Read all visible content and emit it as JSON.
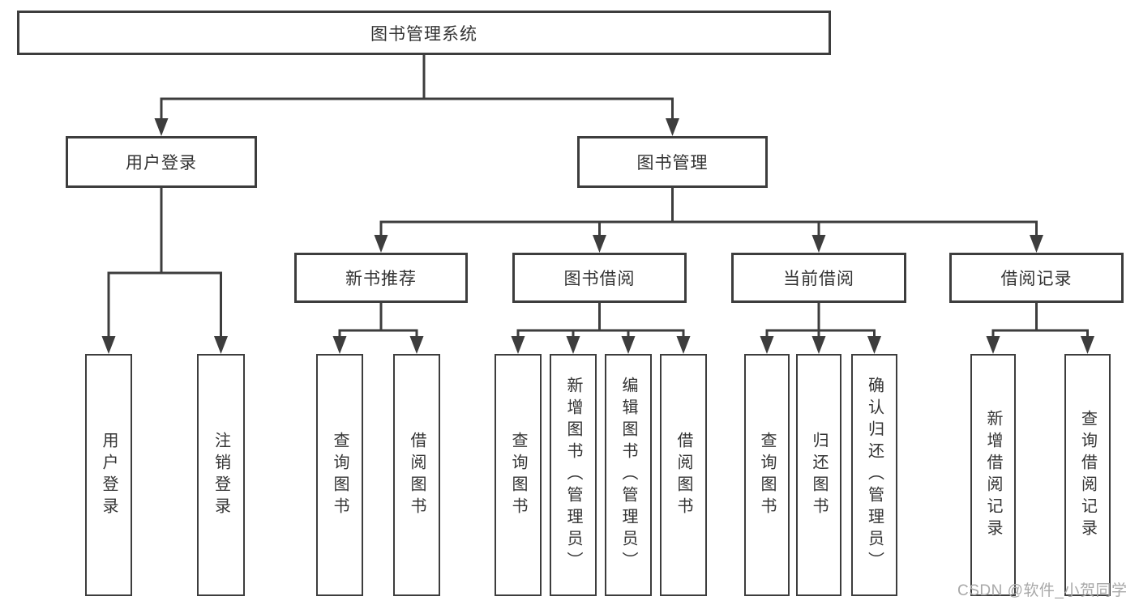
{
  "diagram": {
    "type": "hierarchy-tree",
    "tree": {
      "label": "图书管理系统",
      "children": [
        {
          "label": "用户登录",
          "children": [
            {
              "label": "用户登录"
            },
            {
              "label": "注销登录"
            }
          ]
        },
        {
          "label": "图书管理",
          "children": [
            {
              "label": "新书推荐",
              "children": [
                {
                  "label": "查询图书"
                },
                {
                  "label": "借阅图书"
                }
              ]
            },
            {
              "label": "图书借阅",
              "children": [
                {
                  "label": "查询图书"
                },
                {
                  "label": "新增图书（管理员）"
                },
                {
                  "label": "编辑图书（管理员）"
                },
                {
                  "label": "借阅图书"
                }
              ]
            },
            {
              "label": "当前借阅",
              "children": [
                {
                  "label": "查询图书"
                },
                {
                  "label": "归还图书"
                },
                {
                  "label": "确认归还（管理员）"
                }
              ]
            },
            {
              "label": "借阅记录",
              "children": [
                {
                  "label": "新增借阅记录"
                },
                {
                  "label": "查询借阅记录"
                }
              ]
            }
          ]
        }
      ]
    },
    "watermark": "CSDN @软件_小贺同学",
    "colors": {
      "line": "#3d3d3d",
      "box_border": "#3d3d3d",
      "box_fill": "#ffffff",
      "text": "#333333",
      "watermark": "#a8a8a8",
      "background": "#ffffff"
    }
  }
}
